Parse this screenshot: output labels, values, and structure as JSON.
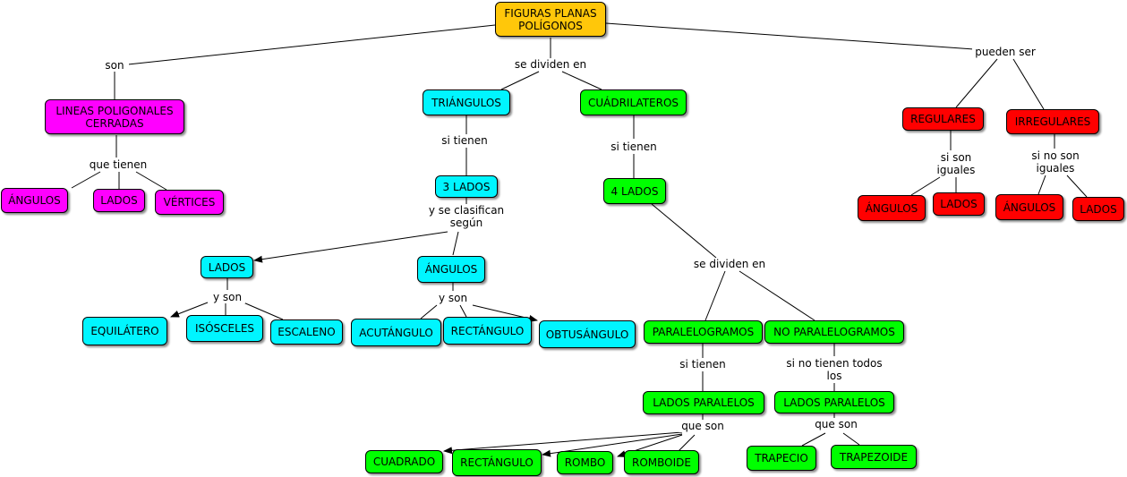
{
  "colors": {
    "root": "#FFC70A",
    "magenta": "#FF00FF",
    "cyan": "#00F5FF",
    "green": "#00FF00",
    "red": "#FF0000"
  },
  "nodes": {
    "root": "FIGURAS PLANAS\nPOLÍGONOS",
    "lineas": "LINEAS POLIGONALES\nCERRADAS",
    "angulos_m": "ÁNGULOS",
    "lados_m": "LADOS",
    "vertices_m": "VÉRTICES",
    "triangulos": "TRIÁNGULOS",
    "tres_lados": "3 LADOS",
    "lados_c": "LADOS",
    "angulos_c": "ÁNGULOS",
    "equilatero": "EQUILÁTERO",
    "isosceles": "ISÓSCELES",
    "escaleno": "ESCALENO",
    "acutangulo": "ACUTÁNGULO",
    "rectangulo_c": "RECTÁNGULO",
    "obtusangulo": "OBTUSÁNGULO",
    "cuadrilateros": "CUÁDRILATEROS",
    "cuatro_lados": "4 LADOS",
    "paralelogramos": "PARALELOGRAMOS",
    "no_paralelogramos": "NO PARALELOGRAMOS",
    "lados_paralelos_1": "LADOS PARALELOS",
    "lados_paralelos_2": "LADOS PARALELOS",
    "cuadrado": "CUADRADO",
    "rectangulo_g": "RECTÁNGULO",
    "rombo": "ROMBO",
    "romboide": "ROMBOIDE",
    "trapecio": "TRAPECIO",
    "trapezoide": "TRAPEZOIDE",
    "regulares": "REGULARES",
    "irregulares": "IRREGULARES",
    "angulos_r1": "ÁNGULOS",
    "lados_r1": "LADOS",
    "angulos_r2": "ÁNGULOS",
    "lados_r2": "LADOS"
  },
  "links": {
    "son": "son",
    "se_dividen_en": "se dividen en",
    "pueden_ser": "pueden ser",
    "que_tienen": "que tienen",
    "si_tienen_t": "si tienen",
    "si_tienen_c": "si tienen",
    "y_se_clasifican": "y se clasifican\nsegún",
    "y_son_1": "y son",
    "y_son_2": "y son",
    "se_dividen_en_2": "se dividen en",
    "si_tienen_p": "si tienen",
    "si_no_tienen": "si no tienen todos\nlos",
    "que_son_1": "que son",
    "que_son_2": "que son",
    "si_son_iguales": "si son\niguales",
    "si_no_son_iguales": "si no son\niguales"
  }
}
